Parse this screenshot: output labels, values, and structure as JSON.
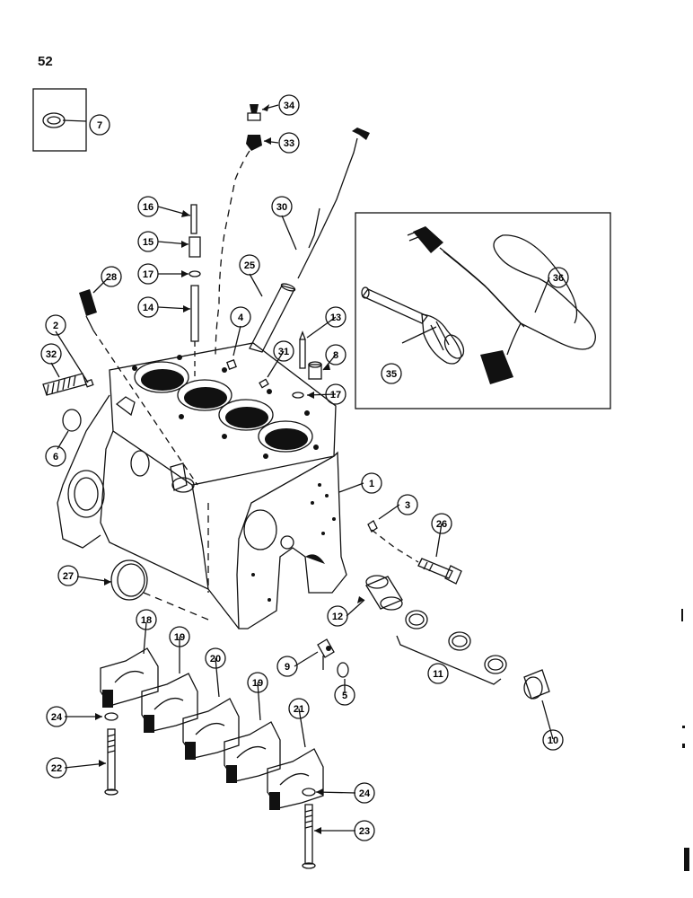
{
  "page": {
    "number": "52"
  },
  "callouts": [
    {
      "id": "c1",
      "label": "1"
    },
    {
      "id": "c2",
      "label": "2"
    },
    {
      "id": "c3",
      "label": "3"
    },
    {
      "id": "c4",
      "label": "4"
    },
    {
      "id": "c5",
      "label": "5"
    },
    {
      "id": "c6",
      "label": "6"
    },
    {
      "id": "c7",
      "label": "7"
    },
    {
      "id": "c8",
      "label": "8"
    },
    {
      "id": "c9",
      "label": "9"
    },
    {
      "id": "c10",
      "label": "10"
    },
    {
      "id": "c11",
      "label": "11"
    },
    {
      "id": "c12",
      "label": "12"
    },
    {
      "id": "c13",
      "label": "13"
    },
    {
      "id": "c14",
      "label": "14"
    },
    {
      "id": "c15",
      "label": "15"
    },
    {
      "id": "c16",
      "label": "16"
    },
    {
      "id": "c17a",
      "label": "17"
    },
    {
      "id": "c17b",
      "label": "17"
    },
    {
      "id": "c18",
      "label": "18"
    },
    {
      "id": "c19a",
      "label": "19"
    },
    {
      "id": "c19b",
      "label": "19"
    },
    {
      "id": "c20",
      "label": "20"
    },
    {
      "id": "c21",
      "label": "21"
    },
    {
      "id": "c22",
      "label": "22"
    },
    {
      "id": "c23",
      "label": "23"
    },
    {
      "id": "c24a",
      "label": "24"
    },
    {
      "id": "c24b",
      "label": "24"
    },
    {
      "id": "c25",
      "label": "25"
    },
    {
      "id": "c26",
      "label": "26"
    },
    {
      "id": "c27",
      "label": "27"
    },
    {
      "id": "c28",
      "label": "28"
    },
    {
      "id": "c30",
      "label": "30"
    },
    {
      "id": "c31",
      "label": "31"
    },
    {
      "id": "c32",
      "label": "32"
    },
    {
      "id": "c33",
      "label": "33"
    },
    {
      "id": "c34",
      "label": "34"
    },
    {
      "id": "c35",
      "label": "35"
    },
    {
      "id": "c36",
      "label": "36"
    }
  ]
}
